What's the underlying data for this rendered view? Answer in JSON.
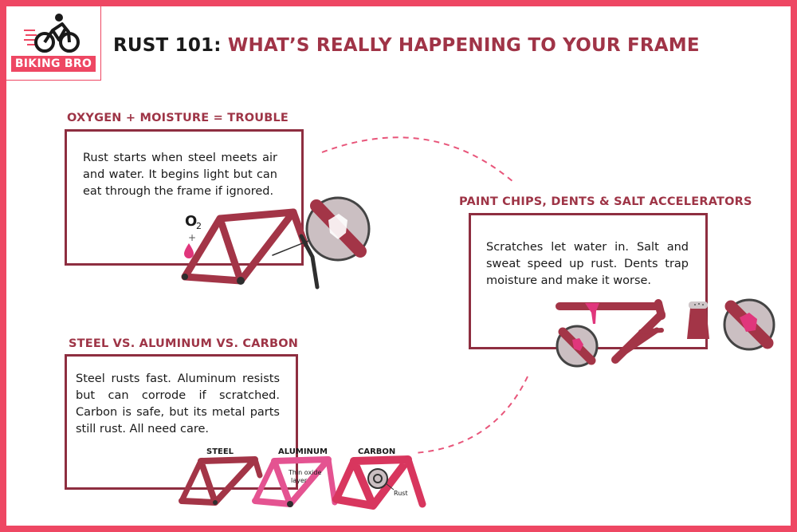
{
  "brand": {
    "name": "BIKING BRO"
  },
  "headline": {
    "lead": "RUST 101:",
    "rest": "WHAT’S REALLY HAPPENING TO YOUR FRAME"
  },
  "sections": {
    "oxygen": {
      "title": "OXYGEN + MOISTURE = TROUBLE",
      "text": "Rust starts when steel meets air and water. It begins light but can eat through the frame if ignored.",
      "o2_label": "O",
      "o2_sub": "2",
      "plus": "+"
    },
    "paint": {
      "title": "PAINT CHIPS, DENTS & SALT ACCELERATORS",
      "text": "Scratches let water in. Salt and sweat speed up rust. Dents trap moisture and make it worse."
    },
    "materials": {
      "title": "STEEL VS. ALUMINUM VS. CARBON",
      "text": "Steel rusts fast. Aluminum resists but can corrode if scratched. Carbon is safe, but its metal parts still rust. All need care.",
      "steel_label": "STEEL",
      "aluminum_label": "ALUMINUM",
      "carbon_label": "CARBON",
      "oxide_line1": "Thin oxide",
      "oxide_line2": "layer",
      "rust_label": "Rust"
    }
  },
  "colors": {
    "border": "#ee4763",
    "panel_border": "#8e2e40",
    "title": "#9e3446",
    "frame_steel": "#a33547",
    "frame_aluminum": "#e45391",
    "frame_carbon": "#d8365e",
    "rust_pink": "#e0367c"
  }
}
